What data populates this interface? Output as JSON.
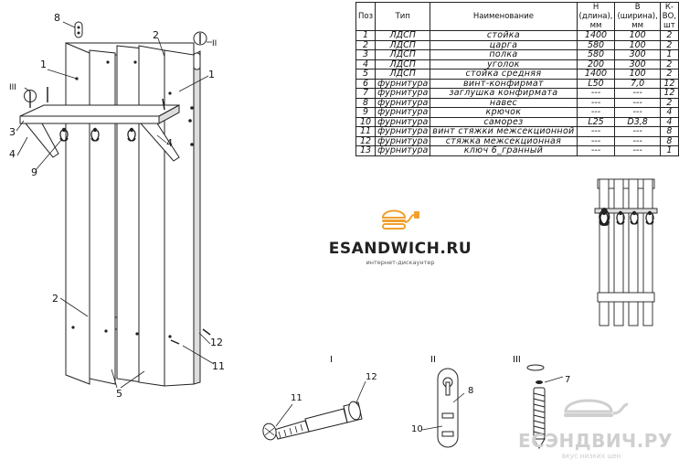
{
  "table": {
    "headers": [
      "Поз",
      "Тип",
      "Наименование",
      "Н (длина), мм",
      "В (ширина), мм",
      "К-ВО, шт"
    ],
    "rows": [
      [
        "1",
        "ЛДСП",
        "стойка",
        "1400",
        "100",
        "2"
      ],
      [
        "2",
        "ЛДСП",
        "царга",
        "580",
        "100",
        "2"
      ],
      [
        "3",
        "ЛДСП",
        "полка",
        "580",
        "300",
        "1"
      ],
      [
        "4",
        "ЛДСП",
        "уголок",
        "200",
        "300",
        "2"
      ],
      [
        "5",
        "ЛДСП",
        "стойка средняя",
        "1400",
        "100",
        "2"
      ],
      [
        "6",
        "фурнитура",
        "винт-конфирмат",
        "L50",
        "7,0",
        "12"
      ],
      [
        "7",
        "фурнитура",
        "заглушка конфирмата",
        "---",
        "---",
        "12"
      ],
      [
        "8",
        "фурнитура",
        "навес",
        "---",
        "---",
        "2"
      ],
      [
        "9",
        "фурнитура",
        "крючок",
        "---",
        "---",
        "4"
      ],
      [
        "10",
        "фурнитура",
        "саморез",
        "L25",
        "D3,8",
        "4"
      ],
      [
        "11",
        "фурнитура",
        "винт стяжки межсекционной",
        "---",
        "---",
        "8"
      ],
      [
        "12",
        "фурнитура",
        "стяжка межсекционная",
        "---",
        "---",
        "8"
      ],
      [
        "13",
        "фурнитура",
        "ключ 6_гранный",
        "---",
        "---",
        "1"
      ]
    ]
  },
  "brand": {
    "name": "ESANDWICH.RU",
    "subtitle": "интернет-дискаунтер",
    "color": "#f0a030"
  },
  "watermark": {
    "name": "ЕСЭНДВИЧ.РУ",
    "subtitle": "вкус низких цен"
  },
  "callouts": {
    "main": [
      "8",
      "2",
      "1",
      "1",
      "3",
      "4",
      "9",
      "4",
      "2",
      "5",
      "12",
      "11"
    ],
    "detail_marks": [
      "II",
      "III"
    ],
    "detail_titles": [
      "I",
      "II",
      "III"
    ],
    "detail_I": [
      "11",
      "12"
    ],
    "detail_II": [
      "8",
      "10"
    ],
    "detail_III": [
      "7"
    ]
  }
}
